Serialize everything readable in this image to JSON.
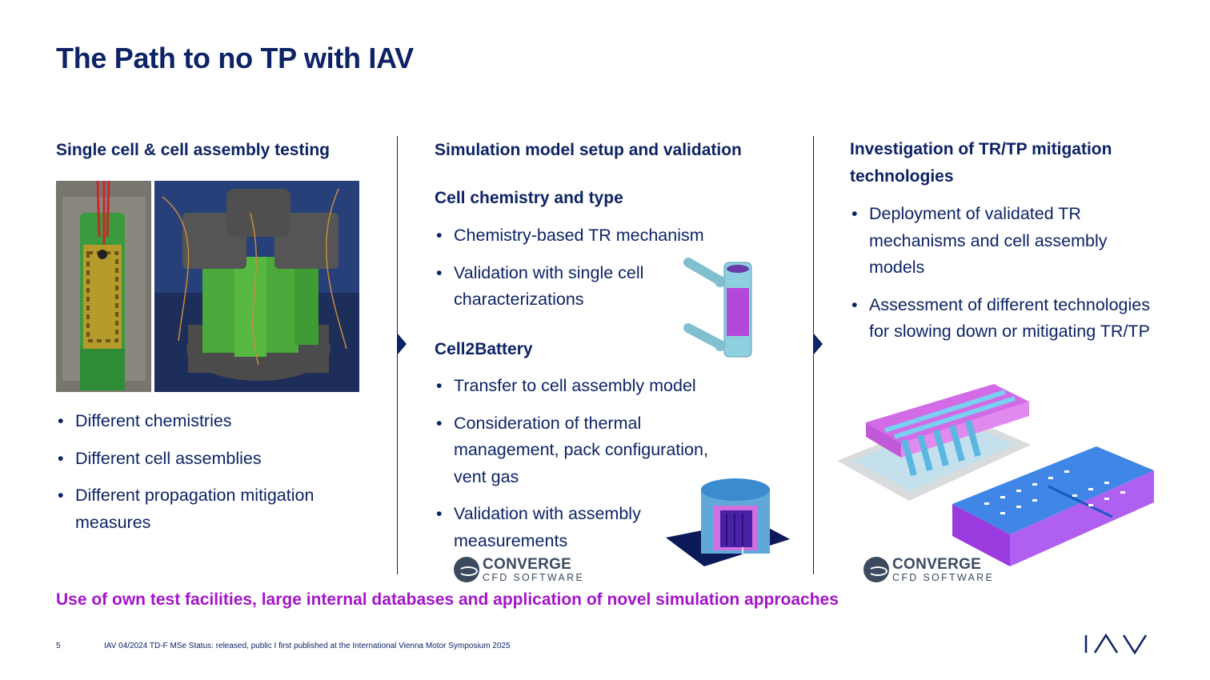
{
  "slide": {
    "title": "The Path to no TP with IAV",
    "page_number": "5",
    "footer": "IAV  04/2024  TD-F  MSe  Status: released, public I first published at the International Vienna Motor Symposium 2025",
    "conclusion": "Use of own test facilities, large internal databases and application of novel simulation approaches"
  },
  "col1": {
    "heading": "Single cell & cell assembly testing",
    "bullets": [
      "Different chemistries",
      "Different cell assemblies",
      "Different propagation mitigation measures"
    ]
  },
  "col2": {
    "heading": "Simulation model setup and validation",
    "section1": {
      "heading": "Cell chemistry and type",
      "bullets": [
        "Chemistry-based TR mechanism",
        "Validation with single cell characterizations"
      ]
    },
    "section2": {
      "heading": "Cell2Battery",
      "bullets": [
        "Transfer to cell assembly model",
        "Consideration of thermal management, pack configuration, vent gas",
        "Validation with assembly measurements"
      ]
    }
  },
  "col3": {
    "heading": "Investigation of TR/TP mitigation technologies",
    "bullets": [
      "Deployment of validated TR mechanisms and cell assembly models",
      "Assessment of different technologies for slowing down or mitigating TR/TP"
    ]
  },
  "converge_logo": {
    "name": "CONVERGE",
    "tagline": "CFD SOFTWARE"
  },
  "colors": {
    "navy": "#0d2366",
    "accent_purple": "#a514c9",
    "cell_green": "#3fae3f",
    "cell_blue": "#3f86e6",
    "cell_violet": "#9a3be0"
  },
  "icons": [
    "chevron-right-icon",
    "converge-globe-icon",
    "iav-logo-icon"
  ]
}
